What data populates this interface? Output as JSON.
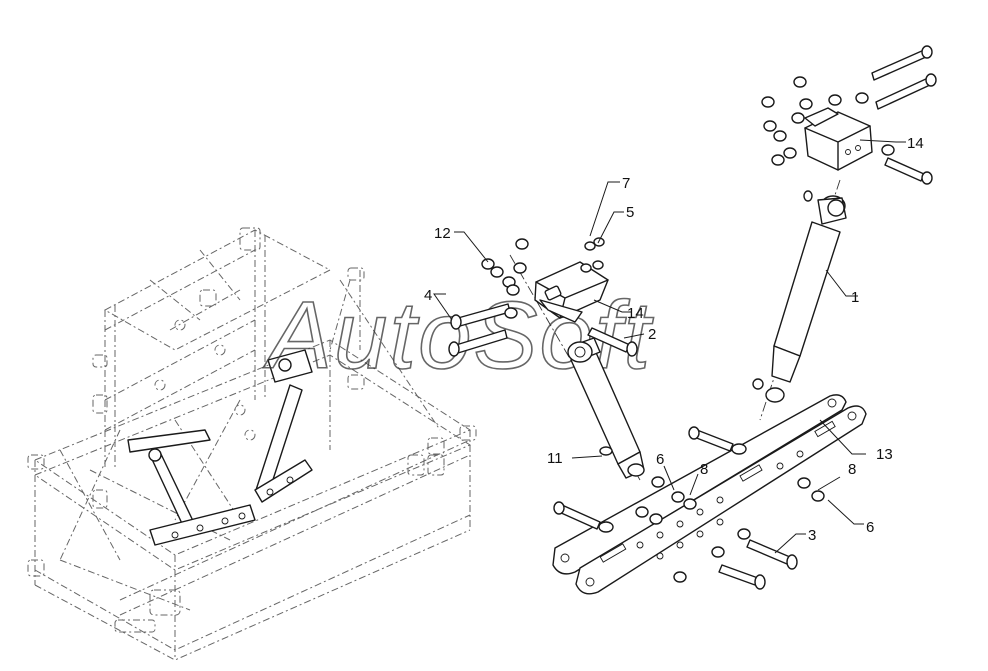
{
  "watermark": "AutoSoft",
  "callouts": {
    "c1": "1",
    "c2": "2",
    "c3": "3",
    "c4": "4",
    "c5": "5",
    "c6a": "6",
    "c6b": "6",
    "c7": "7",
    "c8a": "8",
    "c8b": "8",
    "c11": "11",
    "c12": "12",
    "c13": "13",
    "c14a": "14",
    "c14b": "14"
  }
}
